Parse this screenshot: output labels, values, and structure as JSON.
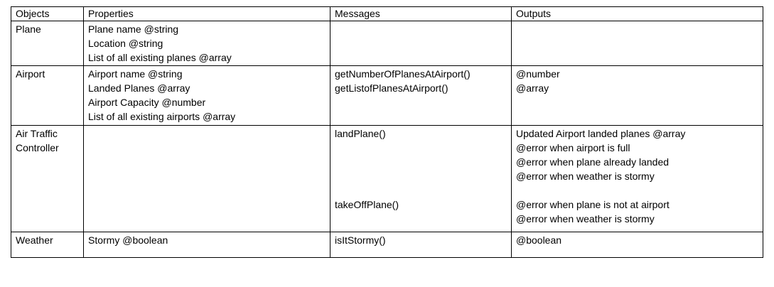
{
  "headers": [
    "Objects",
    "Properties",
    "Messages",
    "Outputs"
  ],
  "rows": [
    {
      "object": [
        "Plane"
      ],
      "properties": [
        "Plane name @string",
        "Location @string",
        "List of all existing planes @array"
      ],
      "messages": [],
      "outputs": []
    },
    {
      "object": [
        "Airport"
      ],
      "properties": [
        "Airport name @string",
        "Landed Planes @array",
        "Airport Capacity @number",
        "List of all existing airports @array"
      ],
      "messages": [
        "getNumberOfPlanesAtAirport()",
        "getListofPlanesAtAirport()"
      ],
      "outputs": [
        "@number",
        "@array"
      ]
    },
    {
      "object": [
        "Air Traffic",
        "Controller"
      ],
      "properties": [],
      "messages": [
        "landPlane()",
        "",
        "",
        "",
        "",
        "takeOffPlane()"
      ],
      "outputs": [
        "Updated Airport landed planes @array",
        "@error when airport is full",
        "@error when plane already landed",
        "@error when weather is stormy",
        "",
        "@error when plane is not at airport",
        "@error when weather is stormy"
      ]
    },
    {
      "object": [
        "Weather"
      ],
      "properties": [
        "Stormy @boolean"
      ],
      "messages": [
        "isItStormy()"
      ],
      "outputs": [
        "@boolean"
      ]
    }
  ]
}
